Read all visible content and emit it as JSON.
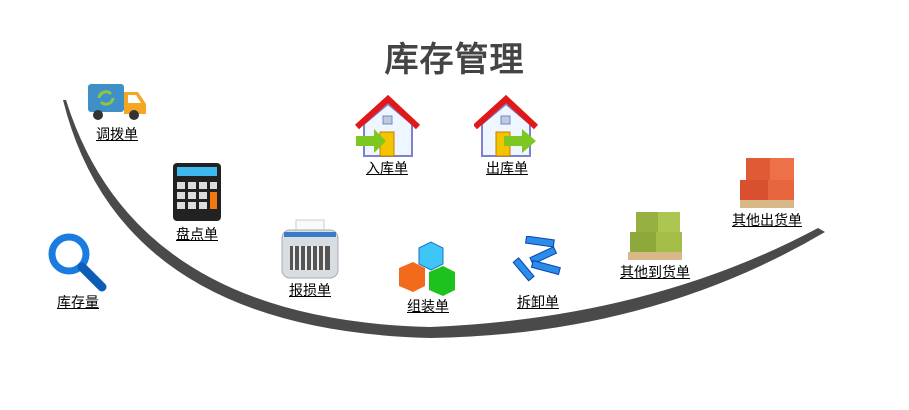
{
  "title": "库存管理",
  "items": [
    {
      "label": "调拨单",
      "icon": "truck-icon"
    },
    {
      "label": "盘点单",
      "icon": "calculator-icon"
    },
    {
      "label": "库存量",
      "icon": "magnifier-icon"
    },
    {
      "label": "报损单",
      "icon": "shredder-icon"
    },
    {
      "label": "入库单",
      "icon": "house-in-icon"
    },
    {
      "label": "出库单",
      "icon": "house-out-icon"
    },
    {
      "label": "组装单",
      "icon": "cubes-icon"
    },
    {
      "label": "拆卸单",
      "icon": "blocks-icon"
    },
    {
      "label": "其他到货单",
      "icon": "green-boxes-icon"
    },
    {
      "label": "其他出货单",
      "icon": "red-boxes-icon"
    }
  ],
  "colors": {
    "arc": "#4a4a4a",
    "title": "#444444"
  }
}
